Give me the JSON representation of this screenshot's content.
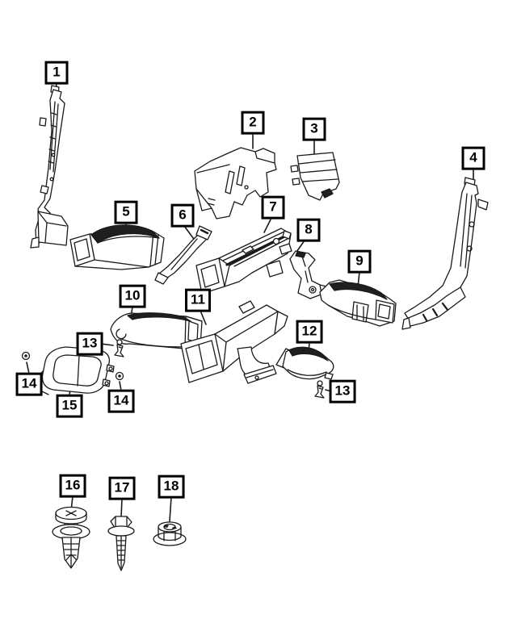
{
  "page": {
    "background": "#ffffff",
    "ink": "#1a1a1a",
    "box_border": "#000000",
    "dark_fill": "#1f1f1f"
  },
  "callouts": {
    "items": [
      {
        "id": "1",
        "label": "1"
      },
      {
        "id": "2",
        "label": "2"
      },
      {
        "id": "3",
        "label": "3"
      },
      {
        "id": "4",
        "label": "4"
      },
      {
        "id": "5",
        "label": "5"
      },
      {
        "id": "6",
        "label": "6"
      },
      {
        "id": "7",
        "label": "7"
      },
      {
        "id": "8",
        "label": "8"
      },
      {
        "id": "9",
        "label": "9"
      },
      {
        "id": "10",
        "label": "10"
      },
      {
        "id": "11",
        "label": "11"
      },
      {
        "id": "12",
        "label": "12"
      },
      {
        "id": "13a",
        "label": "13"
      },
      {
        "id": "14a",
        "label": "14"
      },
      {
        "id": "15",
        "label": "15"
      },
      {
        "id": "14b",
        "label": "14"
      },
      {
        "id": "13b",
        "label": "13"
      },
      {
        "id": "16",
        "label": "16"
      },
      {
        "id": "17",
        "label": "17"
      },
      {
        "id": "18",
        "label": "18"
      }
    ]
  }
}
